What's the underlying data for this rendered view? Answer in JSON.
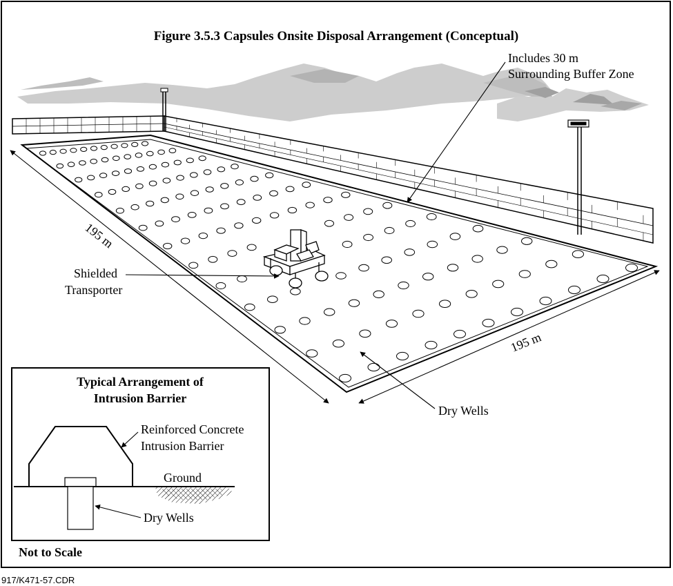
{
  "figure": {
    "title": "Figure 3.5.3  Capsules Onsite Disposal Arrangement (Conceptual)",
    "file_code": "917/K471-57.CDR"
  },
  "labels": {
    "buffer_zone_line1": "Includes 30 m",
    "buffer_zone_line2": "Surrounding Buffer Zone",
    "dimension_left": "195 m",
    "dimension_right": "195 m",
    "transporter_line1": "Shielded",
    "transporter_line2": "Transporter",
    "dry_wells": "Dry Wells"
  },
  "inset": {
    "title_line1": "Typical Arrangement of",
    "title_line2": "Intrusion Barrier",
    "barrier_line1": "Reinforced Concrete",
    "barrier_line2": "Intrusion Barrier",
    "ground": "Ground",
    "dry_wells": "Dry Wells",
    "note": "Not to Scale"
  },
  "colors": {
    "line": "#000000",
    "mountains": "#c8c8c8",
    "mountains_dark": "#a6a6a6"
  }
}
